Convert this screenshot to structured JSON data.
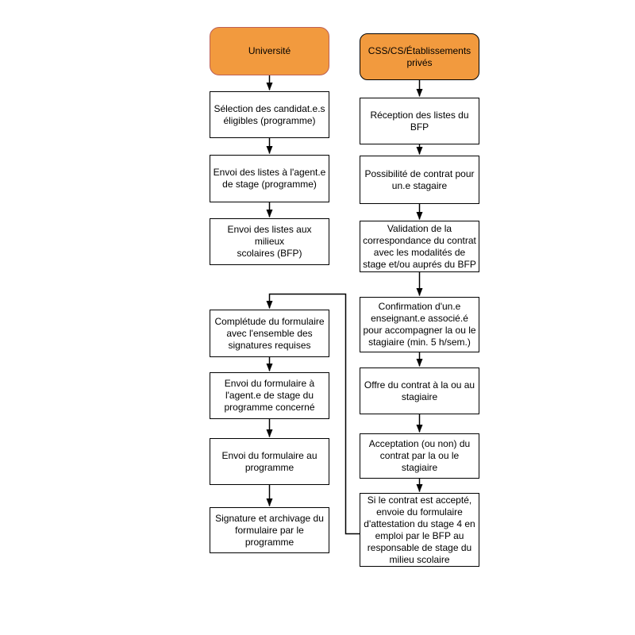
{
  "diagram": {
    "left_column": {
      "header": "Université",
      "steps": [
        "Sélection des candidat.e.s\néligibles (programme)",
        "Envoi des listes à l'agent.e\nde stage (programme)",
        "Envoi des listes aux milieux\nscolaires (BFP)",
        "Complétude du formulaire\navec l'ensemble des\nsignatures requises",
        "Envoi du formulaire à\nl'agent.e de stage du\nprogramme concerné",
        "Envoi du formulaire au\nprogramme",
        "Signature et archivage du\nformulaire par le\nprogramme"
      ]
    },
    "right_column": {
      "header": "CSS/CS/Établissements\nprivés",
      "steps": [
        "Réception des listes du\nBFP",
        "Possibilité de contrat pour\nun.e stagaire",
        "Validation de la\ncorrespondance du contrat\navec les modalités de\nstage et/ou auprés du BFP",
        "Confirmation d'un.e\nenseignant.e associé.é\npour accompagner la ou le\nstagiaire (min. 5 h/sem.)",
        "Offre du contrat à la ou au\nstagiaire",
        "Acceptation (ou non) du\ncontrat par la ou le\nstagiaire",
        "Si le contrat est accepté,\nenvoie du formulaire\nd'attestation du stage 4 en\nemploi par le BFP au\nresponsable de stage du\nmilieu scolaire"
      ]
    },
    "colors": {
      "header_fill": "#F29A3E",
      "header_border_left": "#BD6055",
      "header_border_right": "#000000",
      "box_fill": "#FFFFFF",
      "box_border": "#000000",
      "connector": "#000000",
      "text": "#000000",
      "canvas_background": "#FFFFFF"
    }
  }
}
